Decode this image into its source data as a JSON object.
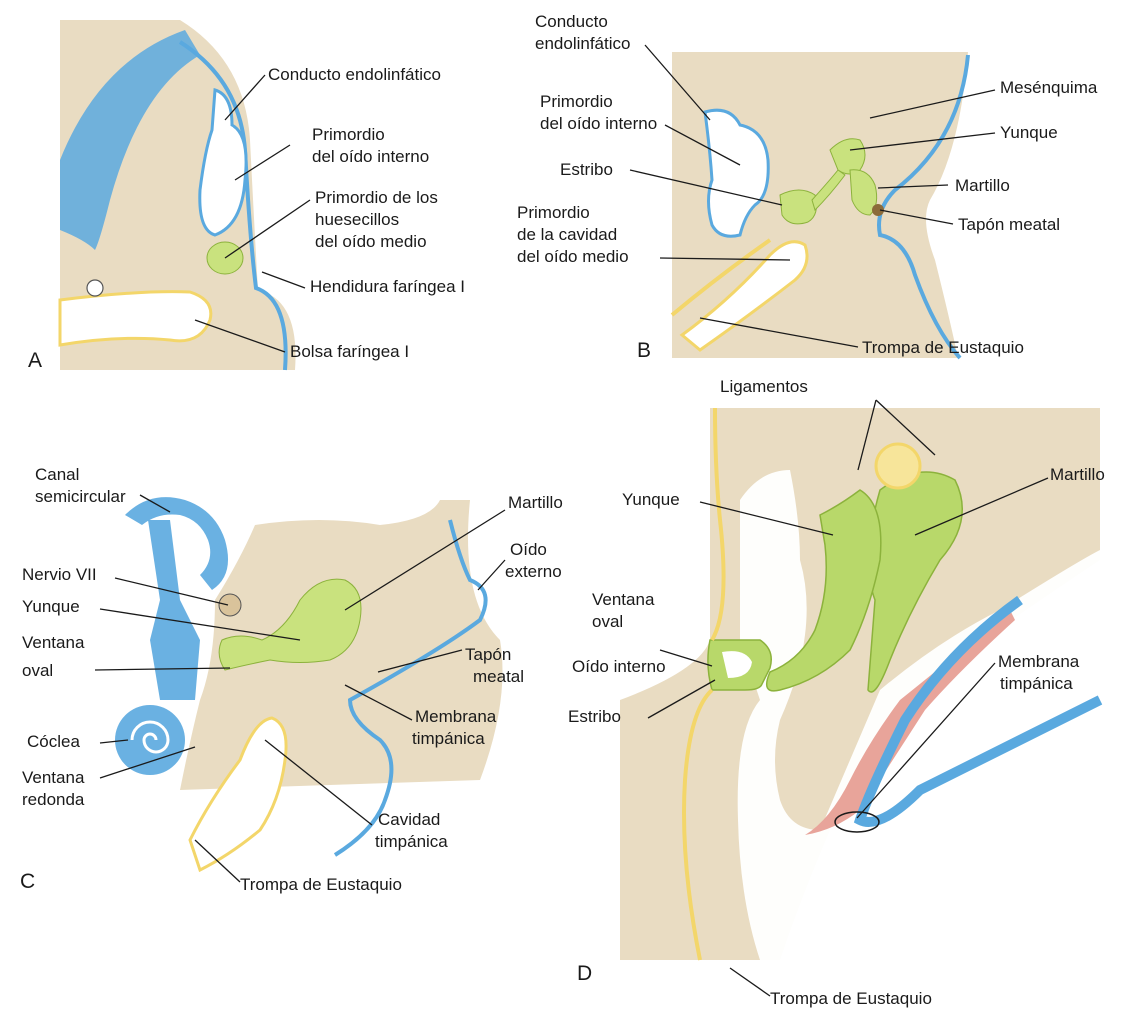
{
  "panels": {
    "A": {
      "letter": "A",
      "labels": {
        "conducto": "Conducto endolinfático",
        "primordio_oido_1": "Primordio",
        "primordio_oido_2": "del oído interno",
        "huesecillos_1": "Primordio de los",
        "huesecillos_2": "huesecillos",
        "huesecillos_3": "del oído medio",
        "hendidura": "Hendidura faríngea I",
        "bolsa": "Bolsa faríngea I"
      }
    },
    "B": {
      "letter": "B",
      "labels": {
        "conducto_1": "Conducto",
        "conducto_2": "endolinfático",
        "primordio_oido_1": "Primordio",
        "primordio_oido_2": "del oído interno",
        "estribo": "Estribo",
        "cavidad_1": "Primordio",
        "cavidad_2": "de la cavidad",
        "cavidad_3": "del oído medio",
        "mesenquima": "Mesénquima",
        "yunque": "Yunque",
        "martillo": "Martillo",
        "tapon": "Tapón meatal",
        "trompa": "Trompa de Eustaquio"
      }
    },
    "C": {
      "letter": "C",
      "labels": {
        "canal_1": "Canal",
        "canal_2": "semicircular",
        "nervio": "Nervio VII",
        "yunque": "Yunque",
        "ventana_oval_1": "Ventana",
        "ventana_oval_2": "oval",
        "coclea": "Cóclea",
        "ventana_redonda_1": "Ventana",
        "ventana_redonda_2": "redonda",
        "martillo": "Martillo",
        "oido_externo_1": "Oído",
        "oido_externo_2": "externo",
        "tapon_1": "Tapón",
        "tapon_2": "meatal",
        "membrana_1": "Membrana",
        "membrana_2": "timpánica",
        "cavidad_1": "Cavidad",
        "cavidad_2": "timpánica",
        "trompa": "Trompa de Eustaquio"
      }
    },
    "D": {
      "letter": "D",
      "labels": {
        "ligamentos": "Ligamentos",
        "yunque": "Yunque",
        "martillo": "Martillo",
        "ventana_oval_1": "Ventana",
        "ventana_oval_2": "oval",
        "oido_interno": "Oído interno",
        "estribo": "Estribo",
        "membrana_1": "Membrana",
        "membrana_2": "timpánica",
        "trompa": "Trompa de Eustaquio"
      }
    }
  },
  "colors": {
    "tissue": "#e9dcc2",
    "ectoderm_blue": "#5aa9df",
    "endoderm_yellow": "#f3d66a",
    "ossicle_green": "#b8d86a",
    "membrane_pink": "#e8a49a"
  }
}
